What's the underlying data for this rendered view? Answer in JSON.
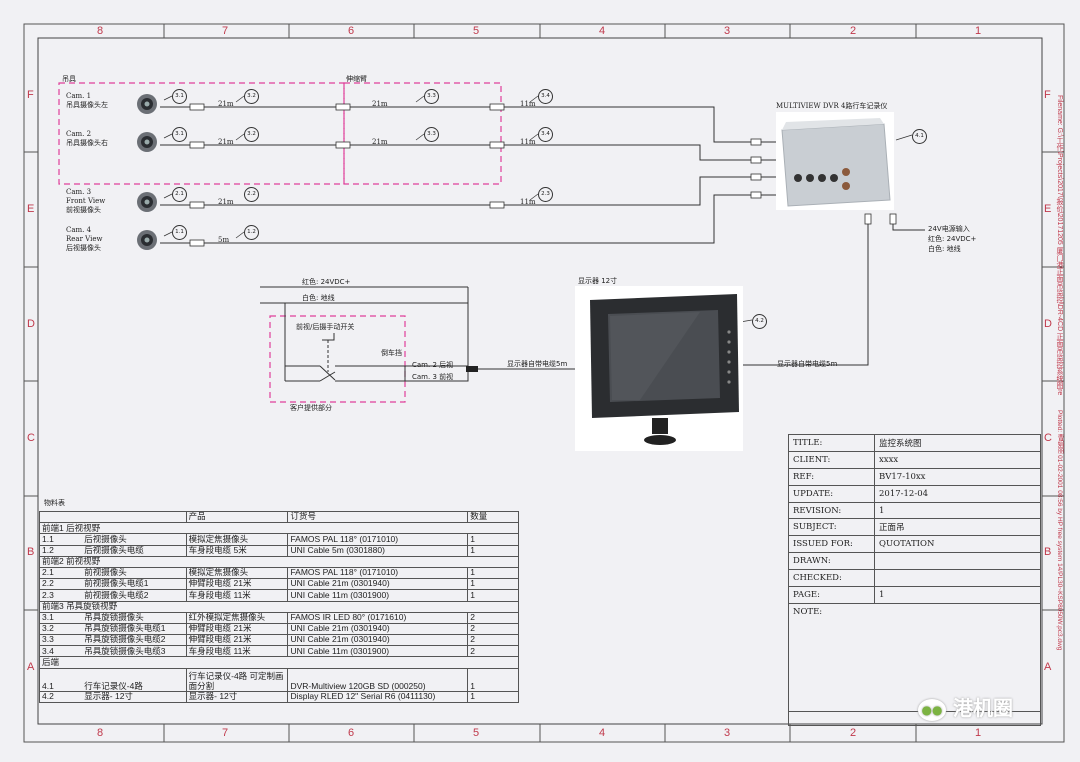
{
  "grid": {
    "top_numbers": [
      "8",
      "7",
      "6",
      "5",
      "4",
      "3",
      "2",
      "1"
    ],
    "bottom_numbers": [
      "8",
      "7",
      "6",
      "5",
      "4",
      "3",
      "2",
      "1"
    ],
    "left_letters": [
      "F",
      "E",
      "D",
      "C",
      "B",
      "A"
    ],
    "right_letters": [
      "F",
      "E",
      "D",
      "C",
      "B",
      "A"
    ]
  },
  "sections": {
    "crane_box": "吊具",
    "arm_box": "伸缩臂",
    "switch_box": "客户提供部分"
  },
  "cameras": [
    {
      "id": "Cam. 1",
      "desc": "吊具摄像头左",
      "badge": "3.1"
    },
    {
      "id": "Cam. 2",
      "desc": "吊具摄像头右",
      "badge": "3.1"
    },
    {
      "id": "Cam. 3",
      "desc": "前视摄像头",
      "prefix": "Front View",
      "badge": "2.1"
    },
    {
      "id": "Cam. 4",
      "desc": "后视摄像头",
      "prefix": "Rear View",
      "badge": "1.1"
    }
  ],
  "cable_labels": {
    "l21": "21m",
    "l11": "11m",
    "l5": "5m"
  },
  "badges": {
    "b32": "3.2",
    "b33": "3.3",
    "b34": "3.4",
    "b22": "2.2",
    "b23": "2.3",
    "b12": "1.2",
    "b41": "4.1",
    "b42": "4.2"
  },
  "dvr": {
    "label": "MULTIVIEW DVR  4路行车记录仪",
    "power_title": "24V电源输入",
    "power_red": "红色: 24VDC+",
    "power_white": "白色: 地线"
  },
  "monitor": {
    "label": "显示器 12寸",
    "cable_left": "显示器自带电缆5m",
    "cable_right": "显示器自带电缆5m"
  },
  "switch": {
    "red_line": "红色: 24VDC+",
    "white_line": "白色: 地线",
    "front_switch": "前视/后摄手动开关",
    "reverse": "倒车挡",
    "cam2": "Cam. 2  后视",
    "cam3": "Cam. 3  前视"
  },
  "bom": {
    "caption": "物料表",
    "headers": [
      "",
      "",
      "产品",
      "订货号",
      "数量"
    ],
    "rows": [
      {
        "type": "sec",
        "text": "前端1  后视视野"
      },
      {
        "no": "1.1",
        "name": "后视摄像头",
        "product": "模拟定焦摄像头",
        "order": "FAMOS PAL  118°    (0171010)",
        "qty": "1"
      },
      {
        "no": "1.2",
        "name": "后视摄像头电缆",
        "product": "车身段电缆  5米",
        "order": "UNI Cable 5m      (0301880)",
        "qty": "1"
      },
      {
        "type": "sec",
        "text": "前端2  前视视野"
      },
      {
        "no": "2.1",
        "name": "前视摄像头",
        "product": "模拟定焦摄像头",
        "order": "FAMOS PAL  118°    (0171010)",
        "qty": "1"
      },
      {
        "no": "2.2",
        "name": "前视摄像头电缆1",
        "product": "伸臂段电缆  21米",
        "order": "UNI Cable 21m     (0301940)",
        "qty": "1"
      },
      {
        "no": "2.3",
        "name": "前视摄像头电缆2",
        "product": "车身段电缆  11米",
        "order": "UNI Cable 11m     (0301900)",
        "qty": "1"
      },
      {
        "type": "sec",
        "text": "前端3  吊具旋锁视野"
      },
      {
        "no": "3.1",
        "name": "吊具旋锁摄像头",
        "product": "红外模拟定焦摄像头",
        "order": "FAMOS  IR LED  80°       (0171610)",
        "qty": "2"
      },
      {
        "no": "3.2",
        "name": "吊具旋锁摄像头电缆1",
        "product": "伸臂段电缆  21米",
        "order": "UNI Cable 21m     (0301940)",
        "qty": "2"
      },
      {
        "no": "3.3",
        "name": "吊具旋锁摄像头电缆2",
        "product": "伸臂段电缆  21米",
        "order": "UNI Cable 21m     (0301940)",
        "qty": "2"
      },
      {
        "no": "3.4",
        "name": "吊具旋锁摄像头电缆3",
        "product": "车身段电缆  11米",
        "order": "UNI Cable 11m     (0301900)",
        "qty": "2"
      },
      {
        "type": "sec",
        "text": "后端"
      },
      {
        "type": "tall",
        "no": "4.1",
        "name": "行车记录仪-4路",
        "product": "行车记录仪-4路 可定制画面分割",
        "order": "DVR-Multiview 120GB SD  (000250)",
        "qty": "1"
      },
      {
        "no": "4.2",
        "name": "显示器- 12寸",
        "product": "显示器- 12寸",
        "order": "Display RLED 12\" Serial R6    (0411130)",
        "qty": "1"
      }
    ]
  },
  "title_block": [
    {
      "k": "TITLE:",
      "v": "监控系统图"
    },
    {
      "k": "CLIENT:",
      "v": "xxxx"
    },
    {
      "k": "REF:",
      "v": "BV17-10xx"
    },
    {
      "k": "UPDATE:",
      "v": "2017-12-04"
    },
    {
      "k": "REVISION:",
      "v": "1"
    },
    {
      "k": "SUBJECT:",
      "v": "正面吊"
    },
    {
      "k": "ISSUED FOR:",
      "v": "QUOTATION"
    },
    {
      "k": "DRAWN:",
      "v": ""
    },
    {
      "k": "CHECKED:",
      "v": ""
    },
    {
      "k": "PAGE:",
      "v": "1"
    },
    {
      "k": "NOTE:",
      "v": ""
    }
  ],
  "side_text": {
    "filename": "Filename: G:\\工作\\Projects\\2017\\报价\\20171205 厦门港正面吊监控\\DR-4CD 正面吊监控系统图rev1.dwg",
    "plotted": "Plotted: 曹娟丽  01-02-2001 08:56 by HP free system 14/PL30~KSP8050W.pc3.dwg"
  },
  "watermark": "港机圈",
  "colors": {
    "dashed_box": "#e0409a",
    "zone_label": "#c0394b",
    "line": "#333333"
  }
}
